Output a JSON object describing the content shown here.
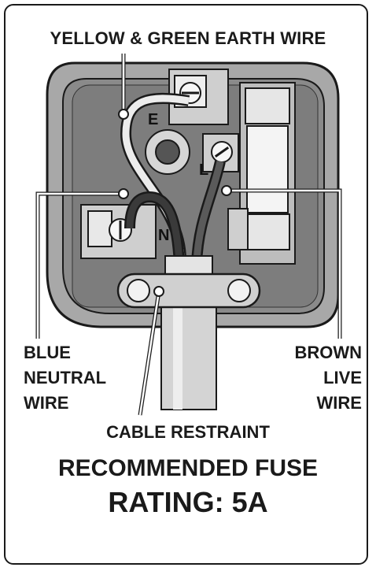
{
  "labels": {
    "earth_wire": "YELLOW & GREEN EARTH WIRE",
    "blue_neutral": [
      "BLUE",
      "NEUTRAL",
      "WIRE"
    ],
    "brown_live": [
      "BROWN",
      "LIVE",
      "WIRE"
    ],
    "cable_restraint": "CABLE RESTRAINT",
    "recommended_fuse": "RECOMMENDED FUSE",
    "rating": "RATING: 5A"
  },
  "terminals": {
    "earth": "E",
    "live": "L",
    "neutral": "N"
  },
  "colors": {
    "line": "#1a1a1a",
    "plug_body": "#9a9a9a",
    "plug_inner": "#7a7a7a",
    "cable": "#c8c8c8"
  }
}
